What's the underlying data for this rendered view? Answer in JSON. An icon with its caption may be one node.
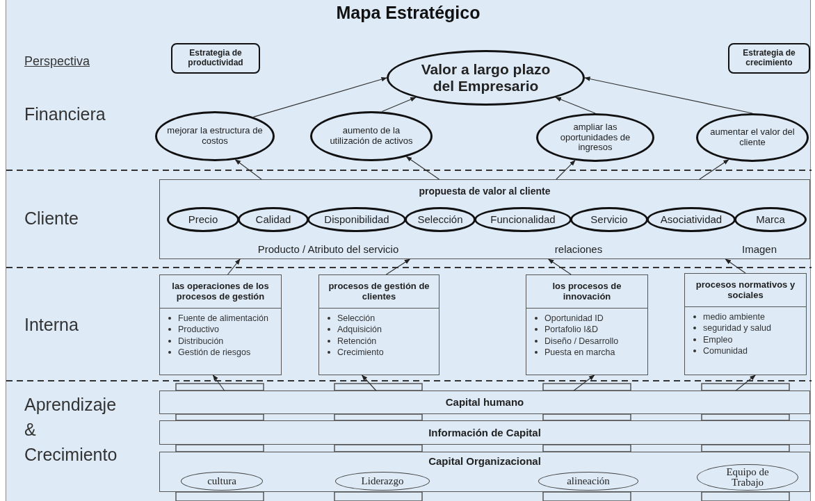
{
  "diagram": {
    "title": "Mapa Estratégico",
    "nodes": [
      {
        "text": [
          "Estrategia de productividad"
        ]
      },
      {
        "text": [
          "Valor a largo plazo del Empresario"
        ]
      },
      {
        "text": [
          "Estrategia de crecimiento"
        ]
      },
      {
        "text": [
          "mejorar la estructura de costos"
        ]
      },
      {
        "text": [
          "aumento de la utilización de activos"
        ]
      },
      {
        "text": [
          "ampliar las oportunidades de ingresos"
        ]
      },
      {
        "text": [
          "aumentar el valor del cliente"
        ]
      },
      {
        "text": [
          "propuesta de valor al cliente",
          "Producto / Atributo del servicio",
          "relaciones",
          "Imagen"
        ]
      },
      {
        "text": [
          "Precio"
        ],
        "in": 7
      },
      {
        "text": [
          "Calidad"
        ],
        "in": 7
      },
      {
        "text": [
          "Disponibilidad"
        ],
        "in": 7
      },
      {
        "text": [
          "Selección"
        ],
        "in": 7
      },
      {
        "text": [
          "Funcionalidad"
        ],
        "in": 7
      },
      {
        "text": [
          "Servicio"
        ],
        "in": 7
      },
      {
        "text": [
          "Asociatividad"
        ],
        "in": 7
      },
      {
        "text": [
          "Marca"
        ],
        "in": 7
      },
      {
        "text": [
          "las operaciones de los procesos de gestión",
          "Fuente de alimentación",
          "Productivo",
          "Distribución",
          "Gestión de riesgos"
        ]
      },
      {
        "text": [
          "procesos de gestión de clientes",
          "Selección",
          "Adquisición",
          "Retención",
          "Crecimiento"
        ]
      },
      {
        "text": [
          "los procesos de innovación",
          "Oportunidad ID",
          "Portafolio I&D",
          "Diseño / Desarrollo",
          "Puesta en marcha"
        ]
      },
      {
        "text": [
          "procesos normativos y sociales",
          "medio ambiente",
          "seguridad y salud",
          "Empleo",
          "Comunidad"
        ]
      },
      {
        "text": [
          "Capital humano"
        ]
      },
      {
        "text": [
          "Información de Capital"
        ]
      },
      {
        "text": [
          "Capital Organizacional"
        ]
      },
      {
        "text": [
          "cultura"
        ],
        "in": 22
      },
      {
        "text": [
          "Liderazgo"
        ],
        "in": 22
      },
      {
        "text": [
          "alineación"
        ],
        "in": 22
      },
      {
        "text": [
          "Equipo de Trabajo"
        ],
        "in": 22
      }
    ],
    "edges": [
      {
        "from": 3,
        "to": 1,
        "arrow": "to"
      },
      {
        "from": 4,
        "to": 1,
        "arrow": "to"
      },
      {
        "from": 5,
        "to": 1,
        "arrow": "to"
      },
      {
        "from": 6,
        "to": 1,
        "arrow": "to"
      },
      {
        "from": 7,
        "to": 3,
        "arrow": "to"
      },
      {
        "from": 7,
        "to": 4,
        "arrow": "to"
      },
      {
        "from": 7,
        "to": 5,
        "arrow": "to"
      },
      {
        "from": 7,
        "to": 6,
        "arrow": "to"
      },
      {
        "from": 16,
        "to": 7,
        "arrow": "to"
      },
      {
        "from": 17,
        "to": 7,
        "arrow": "to"
      },
      {
        "from": 18,
        "to": 7,
        "arrow": "to"
      },
      {
        "from": 19,
        "to": 7,
        "arrow": "to"
      },
      {
        "from": 20,
        "to": 16,
        "arrow": "to"
      },
      {
        "from": 20,
        "to": 17,
        "arrow": "to"
      },
      {
        "from": 20,
        "to": 18,
        "arrow": "to"
      },
      {
        "from": 20,
        "to": 19,
        "arrow": "to"
      }
    ],
    "labels": [
      "Perspectiva",
      "Financiera",
      "Cliente",
      "Interna",
      "Aprendizaje",
      "&",
      "Crecimiento"
    ]
  }
}
